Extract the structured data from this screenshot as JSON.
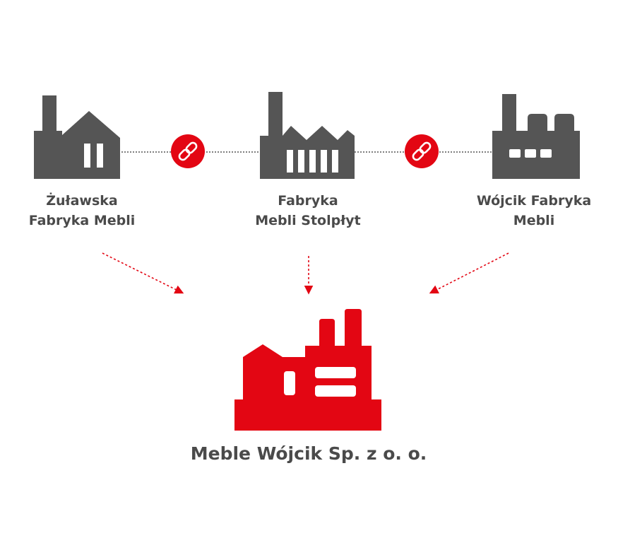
{
  "colors": {
    "factory_gray": "#555555",
    "accent_red": "#e30613",
    "text": "#4a4a4a"
  },
  "factories": [
    {
      "id": "zulawska",
      "icon": "factory-icon",
      "label_lines": [
        "Żuławska",
        "Fabryka Mebli"
      ]
    },
    {
      "id": "stolplyt",
      "icon": "factory-icon",
      "label_lines": [
        "Fabryka",
        "Mebli Stolpłyt"
      ]
    },
    {
      "id": "wojcik-fabryka",
      "icon": "factory-icon",
      "label_lines": [
        "Wójcik Fabryka",
        "Mebli"
      ]
    }
  ],
  "connectors": [
    {
      "icon": "link-icon"
    },
    {
      "icon": "link-icon"
    }
  ],
  "result": {
    "icon": "factory-icon",
    "label": "Meble Wójcik Sp. z o. o."
  }
}
